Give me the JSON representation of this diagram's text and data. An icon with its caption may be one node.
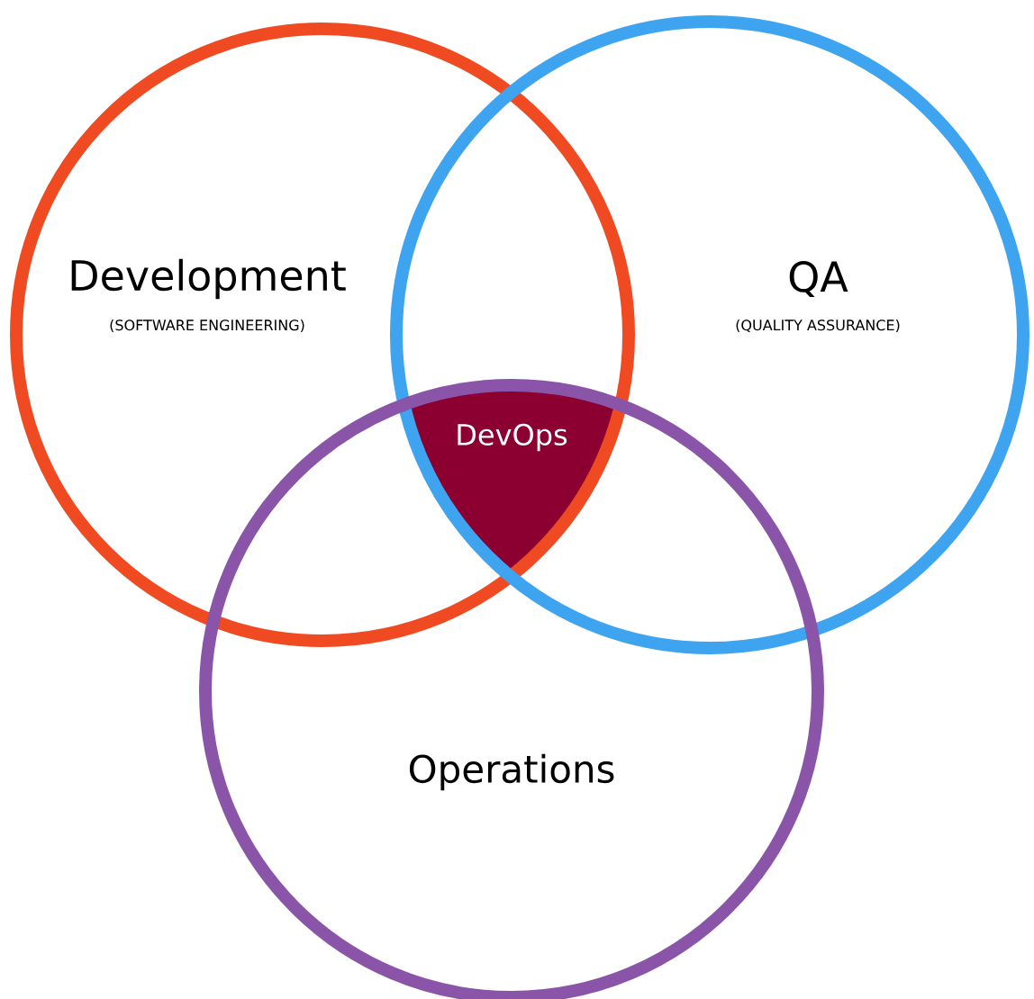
{
  "diagram": {
    "nodes": [
      {
        "text": [
          "Development",
          "(SOFTWARE ENGINEERING)"
        ]
      },
      {
        "text": [
          "QA",
          "(QUALITY ASSURANCE)"
        ]
      },
      {
        "text": [
          "Operations"
        ]
      },
      {
        "text": [
          "DevOps"
        ]
      }
    ],
    "edges": []
  }
}
